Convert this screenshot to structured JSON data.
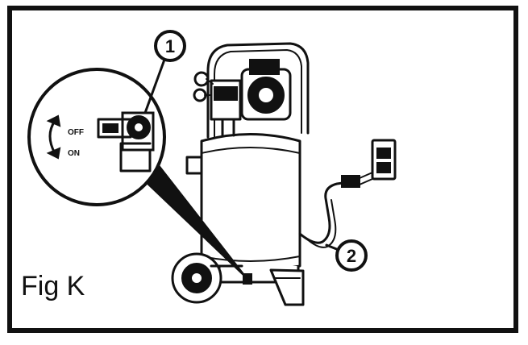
{
  "figure": {
    "caption": "Fig K"
  },
  "callouts": [
    {
      "label": "1"
    },
    {
      "label": "2"
    }
  ],
  "switch_labels": {
    "off": "OFF",
    "on": "ON"
  },
  "colors": {
    "ink": "#111111",
    "paper": "#ffffff"
  }
}
